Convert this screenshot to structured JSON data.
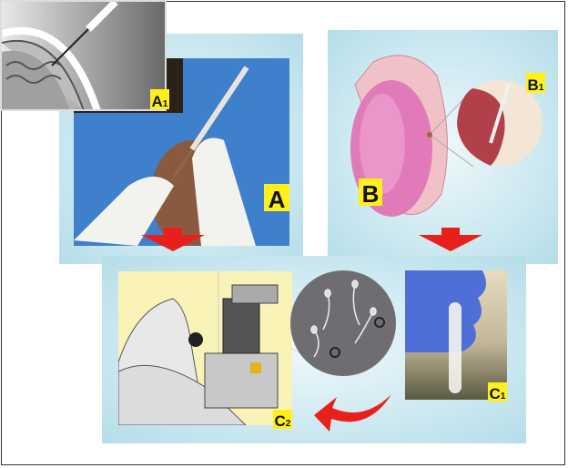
{
  "labels": {
    "a1": "A",
    "a1_sub": "1",
    "a": "A",
    "b": "B",
    "b1": "B",
    "b1_sub": "1",
    "c1": "C",
    "c1_sub": "1",
    "c2": "C",
    "c2_sub": "2"
  },
  "colors": {
    "arrow": "#e8201c",
    "label_bg": "#ffef1a",
    "panel": "#c7e6ef"
  }
}
